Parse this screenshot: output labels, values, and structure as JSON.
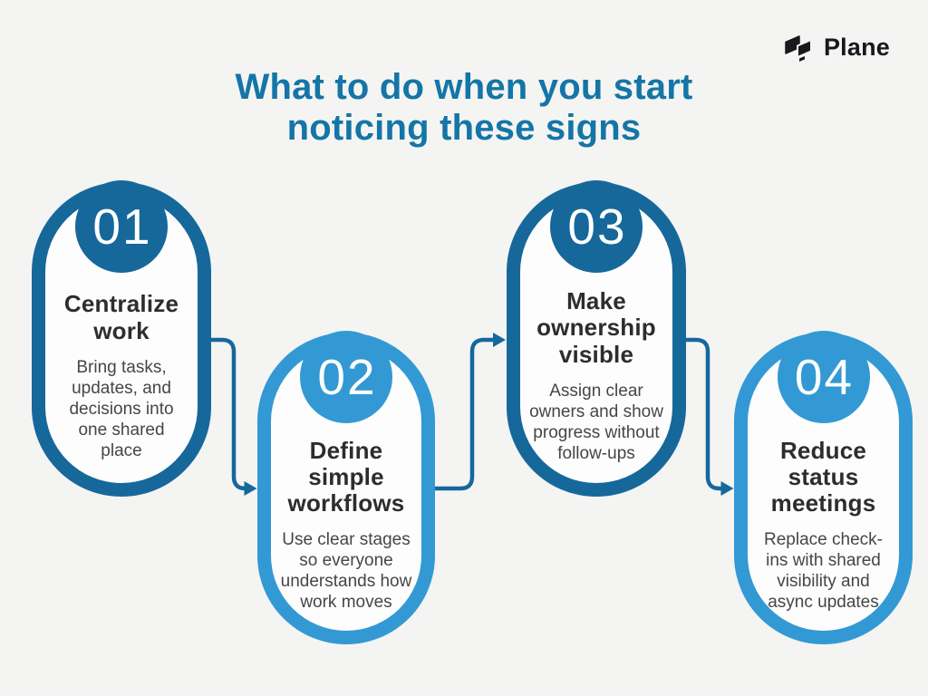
{
  "header": {
    "title": "What to do when you start\nnoticing these signs"
  },
  "brand": {
    "name": "Plane"
  },
  "steps": [
    {
      "number": "01",
      "title": "Centralize\nwork",
      "description": "Bring tasks,\nupdates, and\ndecisions into\none shared\nplace",
      "accent": "#16689b"
    },
    {
      "number": "02",
      "title": "Define\nsimple\nworkflows",
      "description": "Use clear stages\nso everyone\nunderstands how\nwork moves",
      "accent": "#3399d4"
    },
    {
      "number": "03",
      "title": "Make\nownership\nvisible",
      "description": "Assign clear\nowners and show\nprogress without\nfollow-ups",
      "accent": "#16689b"
    },
    {
      "number": "04",
      "title": "Reduce\nstatus\nmeetings",
      "description": "Replace check-\nins with shared\nvisibility and\nasync updates",
      "accent": "#3399d4"
    }
  ],
  "colors": {
    "background": "#f4f4f2",
    "card": "#fdfdfd",
    "heading": "#1475a7",
    "arrow": "#15689b",
    "title_text": "#2d2d2d",
    "desc_text": "#464646",
    "number_text": "#ffffff",
    "brand_text": "#17191d"
  }
}
